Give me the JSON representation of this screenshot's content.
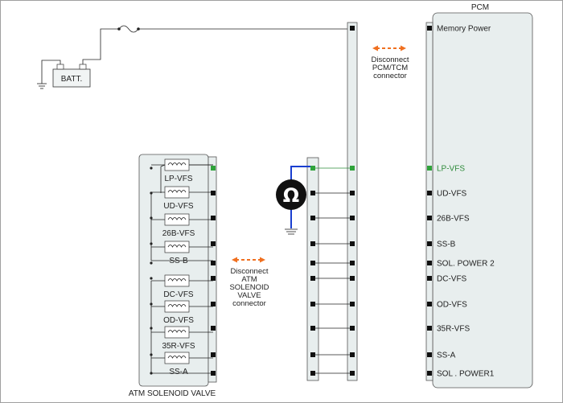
{
  "pcm": {
    "title": "PCM",
    "pins": [
      {
        "label": "Memory Power",
        "active": false
      },
      {
        "label": "LP-VFS",
        "active": true
      },
      {
        "label": "UD-VFS",
        "active": false
      },
      {
        "label": "26B-VFS",
        "active": false
      },
      {
        "label": "SS-B",
        "active": false
      },
      {
        "label": "SOL. POWER 2",
        "active": false
      },
      {
        "label": "DC-VFS",
        "active": false
      },
      {
        "label": "OD-VFS",
        "active": false
      },
      {
        "label": "35R-VFS",
        "active": false
      },
      {
        "label": "SS-A",
        "active": false
      },
      {
        "label": "SOL . POWER1",
        "active": false
      }
    ]
  },
  "battery": {
    "label": "BATT."
  },
  "meter": {
    "symbol": "Ω"
  },
  "disconnect_pcm": {
    "lines": [
      "Disconnect",
      "PCM/TCM",
      "connector"
    ]
  },
  "disconnect_atm": {
    "lines": [
      "Disconnect",
      "ATM",
      "SOLENOID",
      "VALVE",
      "connector"
    ]
  },
  "atm": {
    "title": "ATM SOLENOID VALVE",
    "valves": [
      "LP-VFS",
      "UD-VFS",
      "26B-VFS",
      "SS-B",
      "DC-VFS",
      "OD-VFS",
      "35R-VFS",
      "SS-A"
    ]
  },
  "colors": {
    "active": "#2e8b3a",
    "meter_wire": "#1a3fd0",
    "disconnect_arrow": "#f07020"
  }
}
